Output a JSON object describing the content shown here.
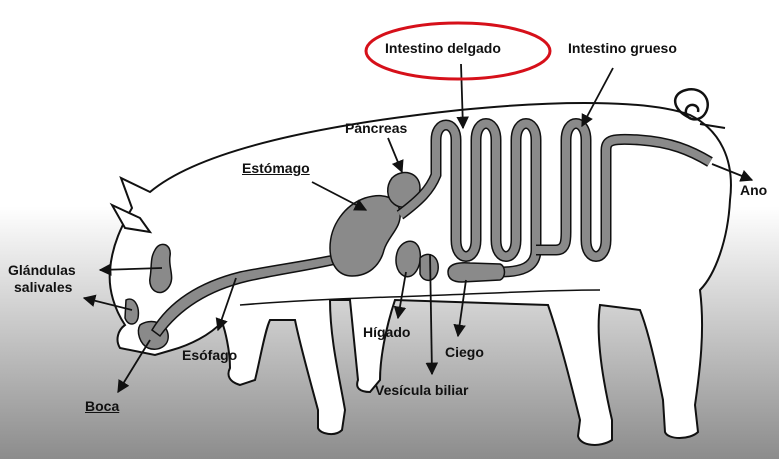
{
  "labels": {
    "intestino_delgado": "Intestino delgado",
    "intestino_grueso": "Intestino grueso",
    "pancreas": "Páncreas",
    "estomago": "Estómago",
    "ano": "Ano",
    "glandulas_salivales_line1": "Glándulas",
    "glandulas_salivales_line2": "salivales",
    "boca": "Boca",
    "esofago": "Esófago",
    "higado": "Hígado",
    "ciego": "Ciego",
    "vesicula_biliar": "Vesícula biliar"
  },
  "colors": {
    "highlight_ellipse": "#d6101a",
    "organ_fill": "#8a8a8a",
    "body_fill": "#ffffff",
    "outline": "#111111",
    "background_top": "#ffffff",
    "background_bottom": "#8c8c8c"
  }
}
